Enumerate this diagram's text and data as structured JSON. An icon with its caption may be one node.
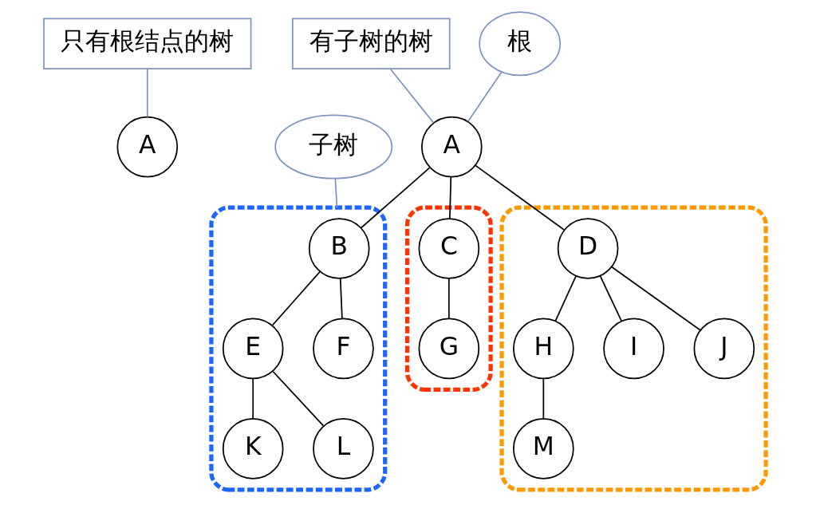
{
  "diagram": {
    "nodes": [
      {
        "text": [
          "只有根结点的树"
        ]
      },
      {
        "text": [
          "A"
        ]
      },
      {
        "text": [
          "有子树的树"
        ]
      },
      {
        "text": [
          "A"
        ]
      },
      {
        "text": [
          "根"
        ]
      },
      {
        "text": [],
        "shape": "blob"
      },
      {
        "text": [
          "B"
        ],
        "in": 5
      },
      {
        "text": [
          "E"
        ],
        "in": 5
      },
      {
        "text": [
          "F"
        ],
        "in": 5
      },
      {
        "text": [
          "K"
        ],
        "in": 5
      },
      {
        "text": [
          "L"
        ],
        "in": 5
      },
      {
        "text": [],
        "shape": "blob"
      },
      {
        "text": [
          "C"
        ],
        "in": 11
      },
      {
        "text": [
          "G"
        ],
        "in": 11
      },
      {
        "text": [],
        "shape": "blob"
      },
      {
        "text": [
          "D"
        ],
        "in": 14
      },
      {
        "text": [
          "H"
        ],
        "in": 14
      },
      {
        "text": [
          "I"
        ],
        "in": 14
      },
      {
        "text": [
          "J"
        ],
        "in": 14
      },
      {
        "text": [
          "M"
        ],
        "in": 14
      },
      {
        "text": [
          "子树"
        ]
      }
    ],
    "edges": [
      {
        "from": 0,
        "to": 1,
        "arrow": "none",
        "color": "#7f95bf"
      },
      {
        "from": 2,
        "to": 3,
        "arrow": "none",
        "color": "#7f95bf"
      },
      {
        "from": 4,
        "to": 3,
        "arrow": "none",
        "color": "#7f95bf"
      },
      {
        "from": 3,
        "to": 6,
        "arrow": "none"
      },
      {
        "from": 3,
        "to": 12,
        "arrow": "none"
      },
      {
        "from": 3,
        "to": 15,
        "arrow": "none"
      },
      {
        "from": 6,
        "to": 7,
        "arrow": "none"
      },
      {
        "from": 6,
        "to": 8,
        "arrow": "none"
      },
      {
        "from": 7,
        "to": 9,
        "arrow": "none"
      },
      {
        "from": 7,
        "to": 10,
        "arrow": "none"
      },
      {
        "from": 12,
        "to": 13,
        "arrow": "none"
      },
      {
        "from": 15,
        "to": 16,
        "arrow": "none"
      },
      {
        "from": 15,
        "to": 17,
        "arrow": "none"
      },
      {
        "from": 15,
        "to": 18,
        "arrow": "none"
      },
      {
        "from": 16,
        "to": 19,
        "arrow": "none"
      },
      {
        "from": 20,
        "to": 5,
        "arrow": "none",
        "color": "#7f95bf"
      }
    ]
  }
}
